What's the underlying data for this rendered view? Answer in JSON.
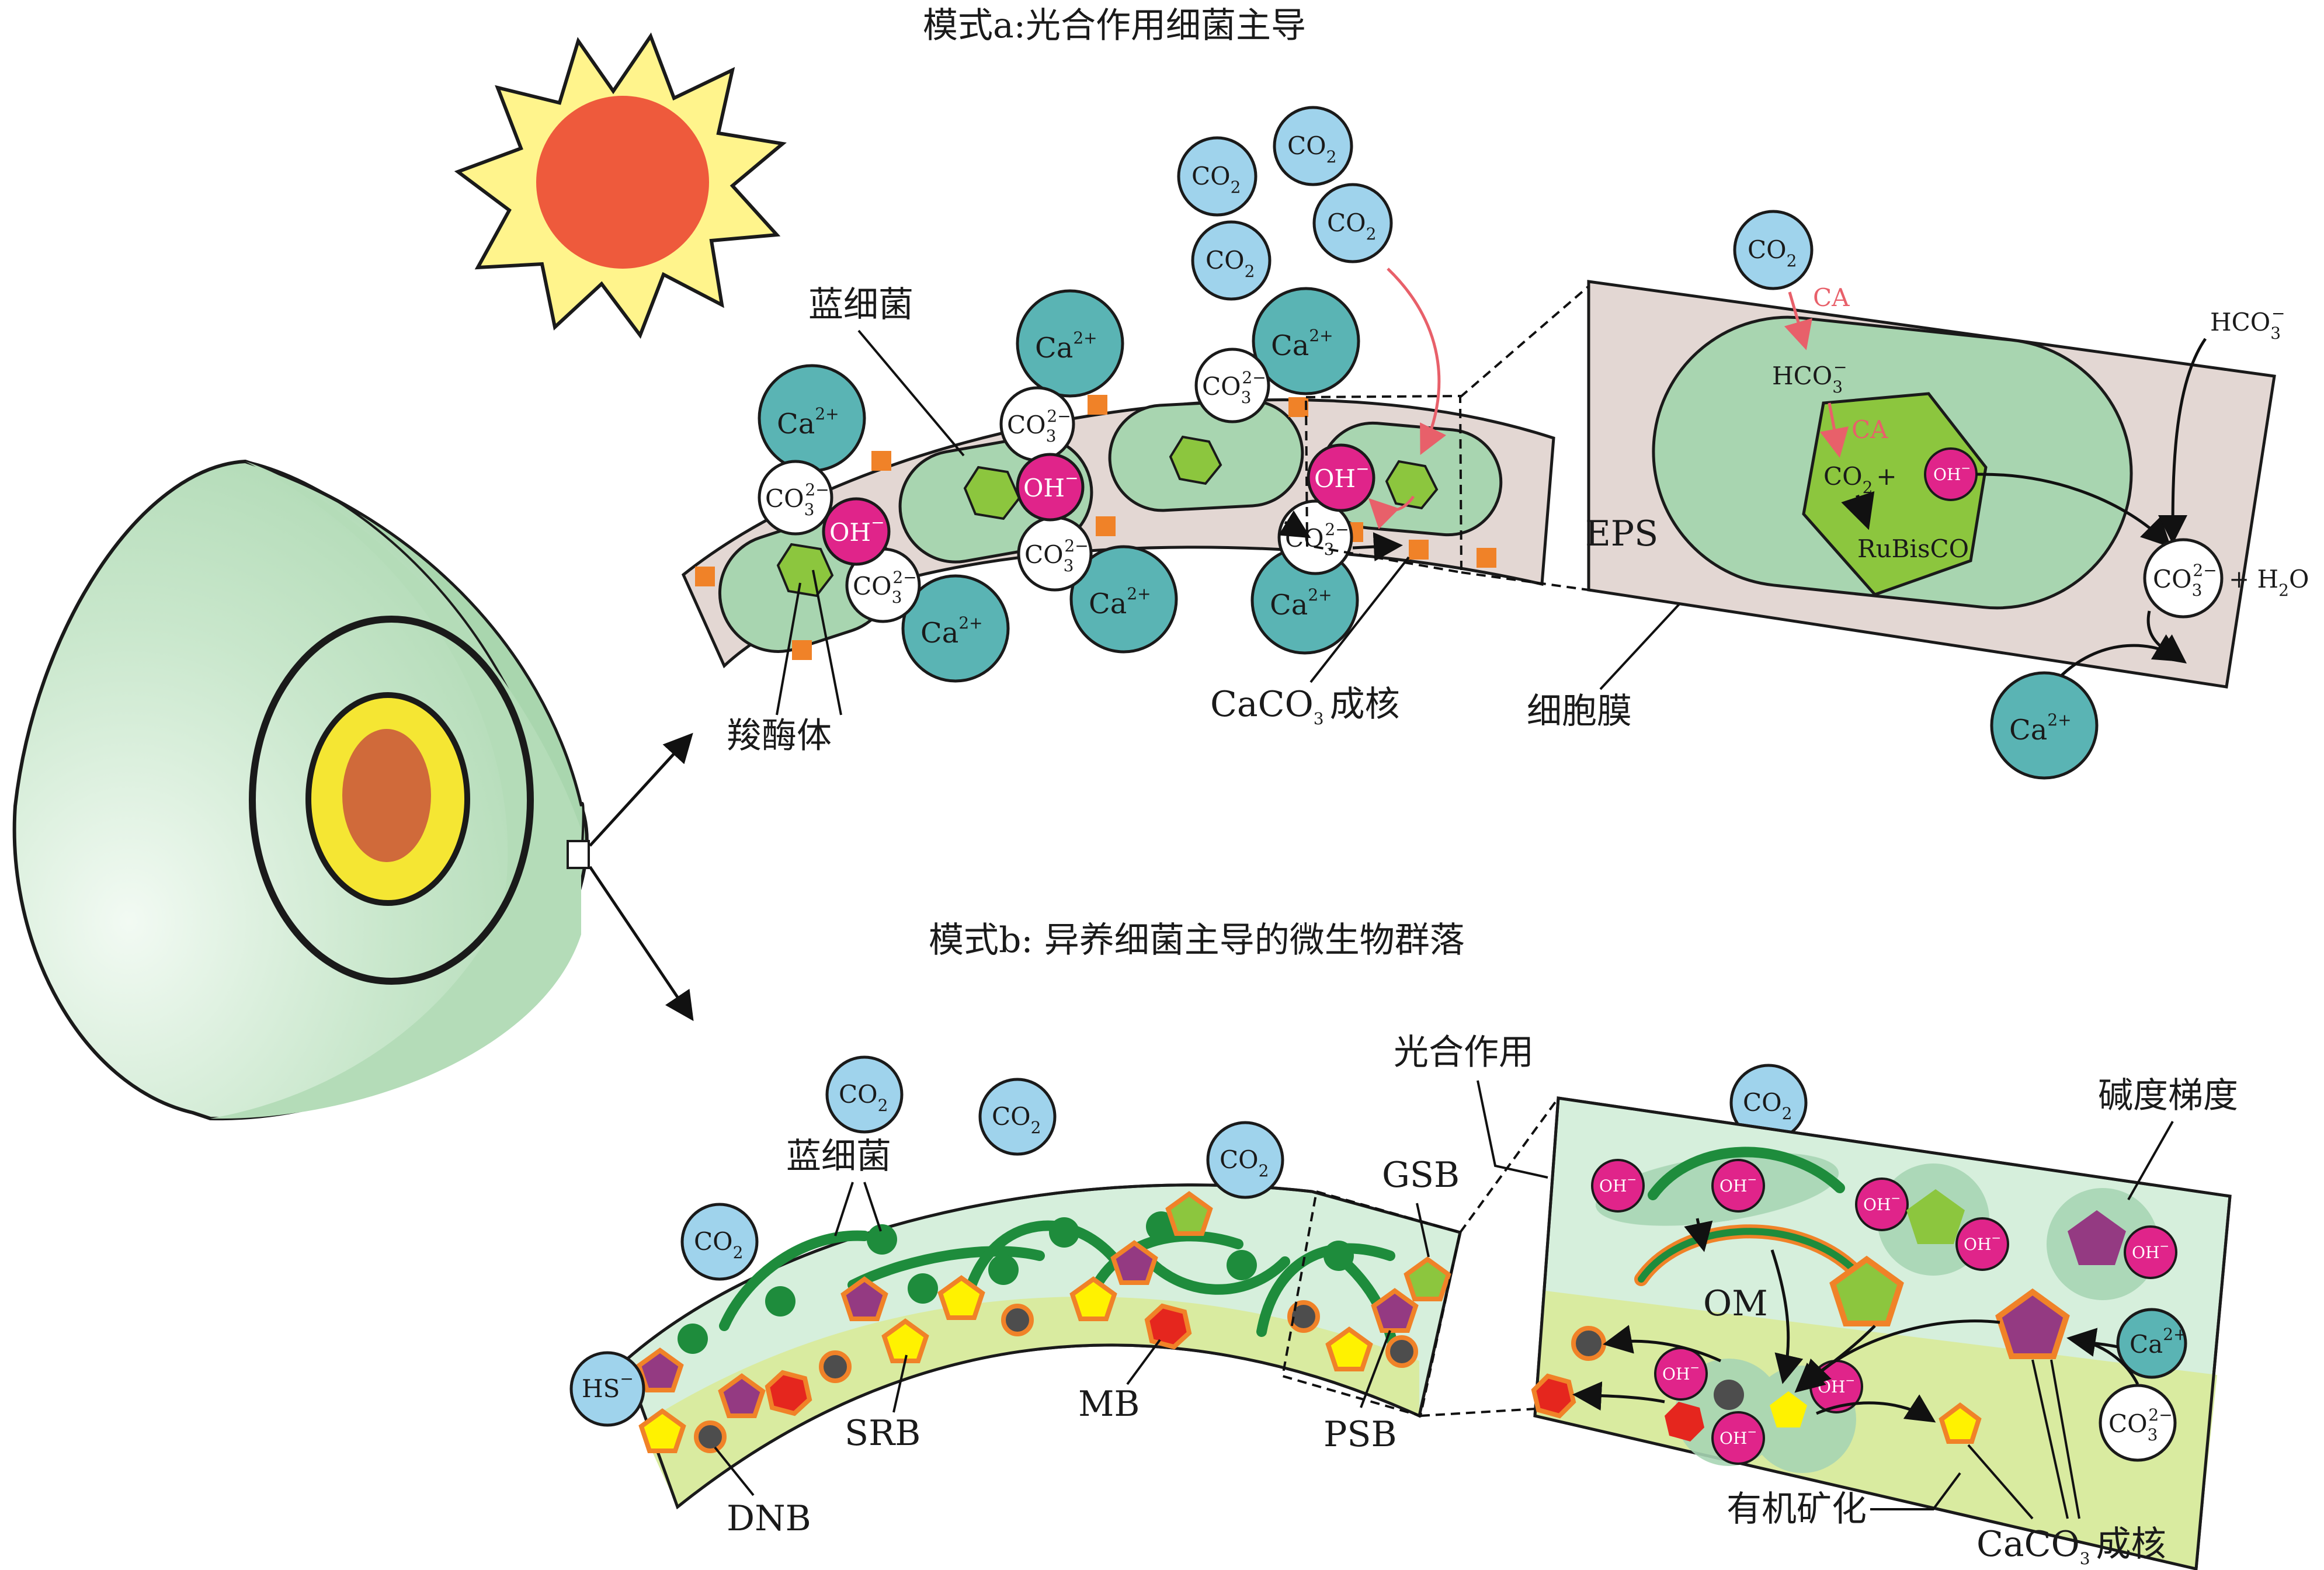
{
  "titles": {
    "mode_a": "模式a:光合作用细菌主导",
    "mode_b": "模式b: 异养细菌主导的微生物群落"
  },
  "labels_a": {
    "cyanobacteria": "蓝细菌",
    "carboxysome": "羧酶体",
    "caco3_nucleation": "CaCO",
    "caco3_nucleation_sub": "3",
    "caco3_nucleation_suffix": "成核",
    "cell_membrane": "细胞膜",
    "eps": "EPS",
    "ca_enzyme": "CA",
    "rubisco": "RuBisCO",
    "h2o": "+ H",
    "h2o_sub": "2",
    "h2o_suffix": "O"
  },
  "labels_b": {
    "cyanobacteria": "蓝细菌",
    "photosynthesis": "光合作用",
    "alkalinity_gradient": "碱度梯度",
    "gsb": "GSB",
    "psb": "PSB",
    "mb": "MB",
    "srb": "SRB",
    "dnb": "DNB",
    "om": "OM",
    "organic_mineralization": "有机矿化",
    "caco3_nucleation": "CaCO",
    "caco3_nucleation_sub": "3",
    "caco3_nucleation_suffix": "成核"
  },
  "molecules": {
    "co2": "CO",
    "co2_sub": "2",
    "ca": "Ca",
    "ca_sup": "2+",
    "co3": "CO",
    "co3_sub": "3",
    "co3_sup": "2−",
    "oh": "OH",
    "oh_sup": "−",
    "hco3": "HCO",
    "hco3_sub": "3",
    "hco3_sup": "−",
    "hs": "HS",
    "hs_sup": "−",
    "co2_plus": "CO",
    "co2_plus_sub": "2",
    "co2_plus_suffix": "+"
  },
  "colors": {
    "sun_core": "#ee5a3c",
    "sun_rays": "#fff48c",
    "sphere": "#b4dcb8",
    "core_orange": "#d06a3a",
    "core_yellow": "#f5e633",
    "cell_green": "#a8d5b0",
    "eps_pink": "#e3d7d3",
    "co2_blue": "#9fd3ec",
    "ca_teal": "#5ab4b4",
    "oh_magenta": "#e0248a",
    "carboxysome": "#8cc63e",
    "crystal": "#f08228",
    "arrow_red": "#e8606a",
    "mat_green": "#d6efdc",
    "mat_yellow": "#d9eba0",
    "bacteria_green": "#1e8c3c",
    "pent_purple": "#943a82",
    "pent_yellow": "#fff200",
    "hex_red": "#e5261e",
    "dot_gray": "#4d4d4d"
  }
}
